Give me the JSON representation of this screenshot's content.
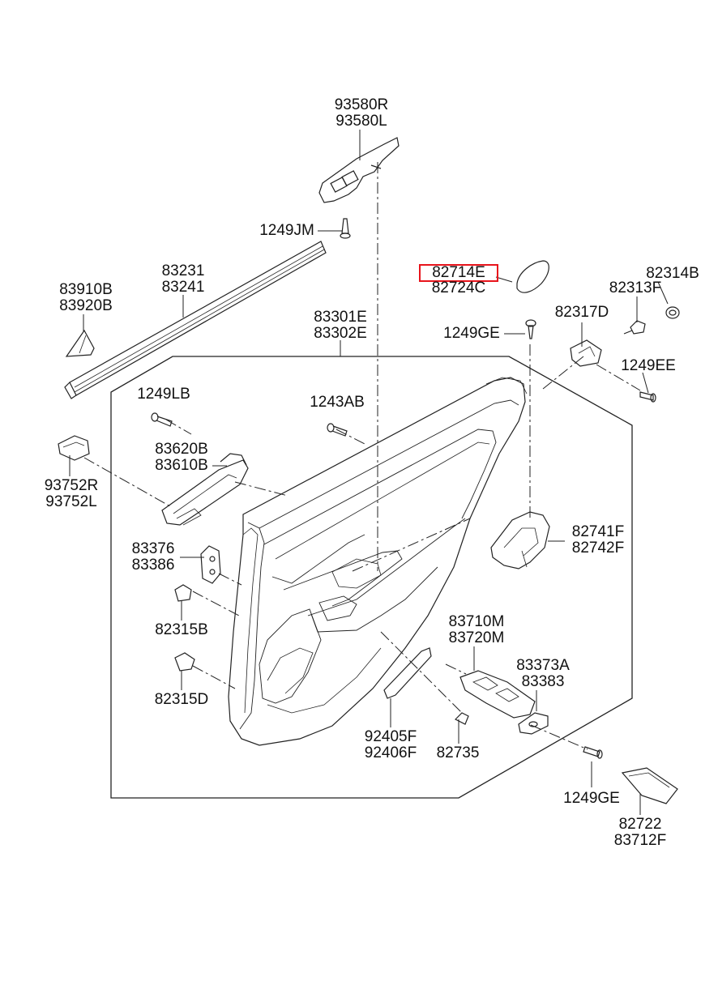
{
  "parts": {
    "p93580": [
      "93580R",
      "93580L"
    ],
    "p1249jm": [
      "1249JM"
    ],
    "p83231": [
      "83231",
      "83241"
    ],
    "p83910": [
      "83910B",
      "83920B"
    ],
    "p82714": [
      "82714E",
      "82724C"
    ],
    "p82314": [
      "82314B"
    ],
    "p82313": [
      "82313F"
    ],
    "p82317": [
      "82317D"
    ],
    "p83301": [
      "83301E",
      "83302E"
    ],
    "p1249ge_top": [
      "1249GE"
    ],
    "p1249ee": [
      "1249EE"
    ],
    "p1249lb": [
      "1249LB"
    ],
    "p1243ab": [
      "1243AB"
    ],
    "p83620": [
      "83620B",
      "83610B"
    ],
    "p93752": [
      "93752R",
      "93752L"
    ],
    "p83376": [
      "83376",
      "83386"
    ],
    "p82315b": [
      "82315B"
    ],
    "p82315d": [
      "82315D"
    ],
    "p82741": [
      "82741F",
      "82742F"
    ],
    "p83710": [
      "83710M",
      "83720M"
    ],
    "p83373": [
      "83373A",
      "83383"
    ],
    "p92405": [
      "92405F",
      "92406F"
    ],
    "p82735": [
      "82735"
    ],
    "p1249ge_bottom": [
      "1249GE"
    ],
    "p82722": [
      "82722",
      "83712F"
    ]
  },
  "highlight": {
    "part": "82714E",
    "color": "#e8141c"
  }
}
